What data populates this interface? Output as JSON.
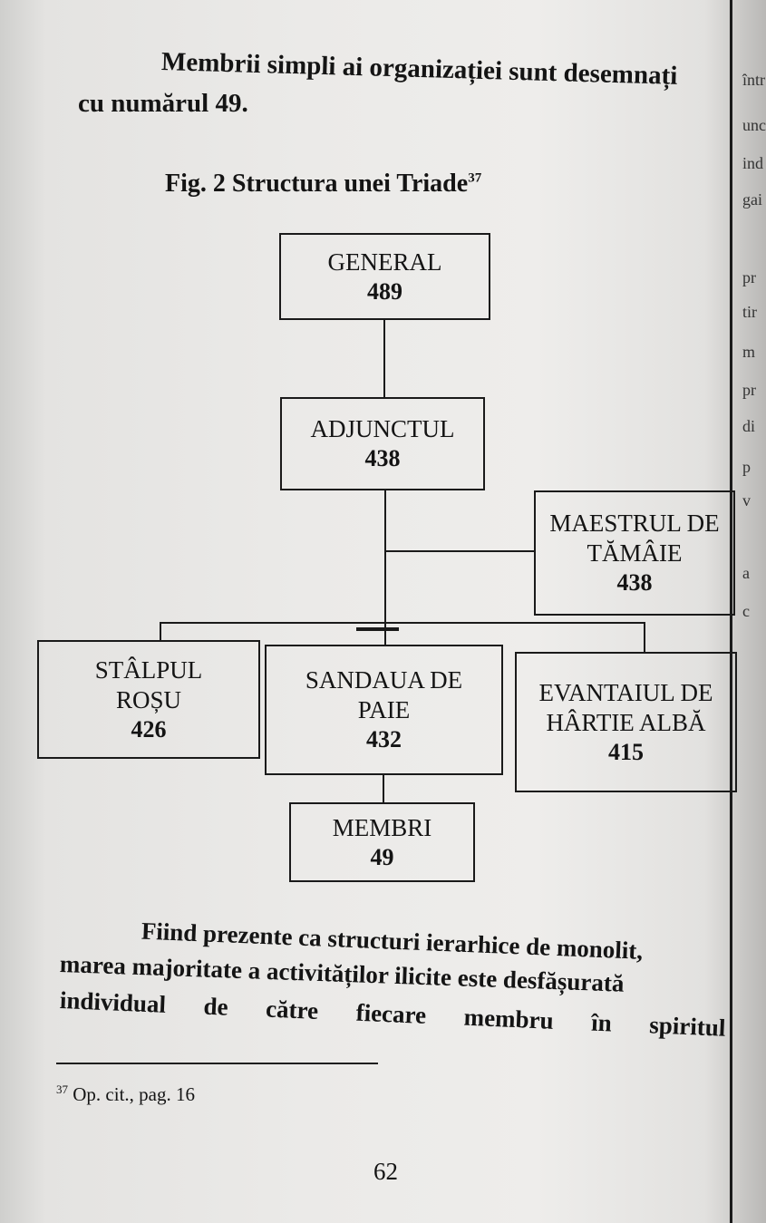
{
  "intro": {
    "line1": "Membrii simpli ai organizației sunt desemnați",
    "line2": "cu numărul 49."
  },
  "figure": {
    "caption": "Fig. 2 Structura unei Triade",
    "caption_ref": "37",
    "nodes": {
      "general": {
        "label": "GENERAL",
        "number": "489"
      },
      "adjunctul": {
        "label": "ADJUNCTUL",
        "number": "438"
      },
      "maestrul": {
        "label_line1": "MAESTRUL DE",
        "label_line2": "TĂMÂIE",
        "number": "438"
      },
      "stalpul": {
        "label_line1": "STÂLPUL",
        "label_line2": "ROȘU",
        "number": "426"
      },
      "sandaua": {
        "label_line1": "SANDAUA DE",
        "label_line2": "PAIE",
        "number": "432"
      },
      "evantaiul": {
        "label_line1": "EVANTAIUL DE",
        "label_line2": "HÂRTIE ALBĂ",
        "number": "415"
      },
      "membri": {
        "label": "MEMBRI",
        "number": "49"
      }
    }
  },
  "paragraph": {
    "line1": "Fiind prezente ca structuri ierarhice de monolit,",
    "line2": "marea majoritate a activităților ilicite este desfășurată",
    "line3_words": [
      "individual",
      "de",
      "către",
      "fiecare",
      "membru",
      "în",
      "spiritul"
    ]
  },
  "footnote": {
    "ref": "37",
    "text": "Op. cit., pag. 16"
  },
  "page_number": "62",
  "right_edge_fragments": [
    "într",
    "unc",
    "ind",
    "gai",
    "pr",
    "tir",
    "m",
    "pr",
    "di",
    "p",
    "v",
    "a",
    "c"
  ]
}
